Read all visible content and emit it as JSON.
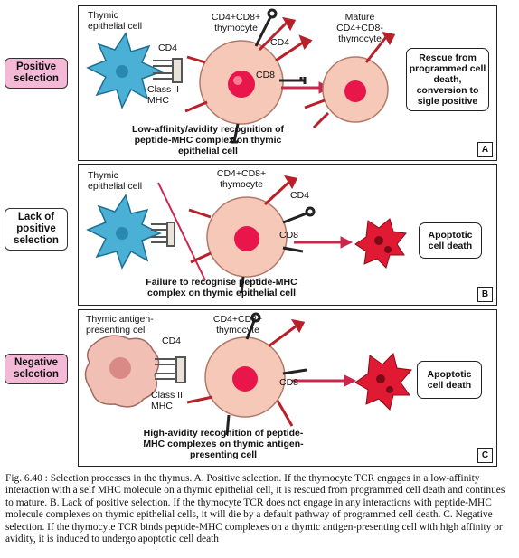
{
  "side_labels": {
    "positive": "Positive selection",
    "lack": "Lack of positive selection",
    "negative": "Negative selection"
  },
  "panel_a": {
    "epithelial": "Thymic epithelial cell",
    "thymocyte": "CD4+CD8+ thymocyte",
    "cd4_left": "CD4",
    "cd4_right": "CD4",
    "cd8": "CD8",
    "class_ii": "Class II MHC",
    "mature": "Mature CD4+CD8- thymocyte",
    "recognition": "Low-affinity/avidity recognition of peptide-MHC complex on thymic epithelial cell",
    "outcome": "Rescue from programmed cell death, conversion to sigle positive",
    "letter": "A"
  },
  "panel_b": {
    "epithelial": "Thymic epithelial cell",
    "thymocyte": "CD4+CD8+ thymocyte",
    "cd4": "CD4",
    "cd8": "CD8",
    "failure": "Failure to recognise peptide-MHC complex on thymic epithelial cell",
    "outcome": "Apoptotic cell death",
    "letter": "B"
  },
  "panel_c": {
    "apc": "Thymic antigen-presenting cell",
    "thymocyte": "CD4+CD8+ thymocyte",
    "cd4": "CD4",
    "cd8": "CD8",
    "class_ii": "Class II MHC",
    "recognition": "High-avidity recognition of peptide-MHC complexes on thymic antigen-presenting cell",
    "outcome": "Apoptotic cell death",
    "letter": "C"
  },
  "caption": {
    "figure": "Fig. 6.40 :",
    "text": "Selection processes in the thymus. A. Positive selection. If the thymocyte TCR engages in a low-affinity interaction with a self MHC molecule on a thymic epithelial cell, it is rescued from programmed cell death and continues to mature. B. Lack of positive selection. If the thymocyte TCR does not engage in any interactions with peptide-MHC molecule complexes on thymic epithelial cells, it will die by a default pathway of programmed cell death. C. Negative selection. If the thymocyte TCR binds peptide-MHC complexes on a thymic antigen-presenting cell with high affinity or avidity, it is induced to undergo apoptotic cell death"
  },
  "colors": {
    "epithelial_cell": "#4ab0d6",
    "thymocyte_body": "#f6c8b8",
    "nucleus": "#e8164a",
    "receptor": "#b8202a",
    "arrow": "#c8284e",
    "apoptotic": "#e01a32",
    "label_pink": "#f3b9d6"
  }
}
